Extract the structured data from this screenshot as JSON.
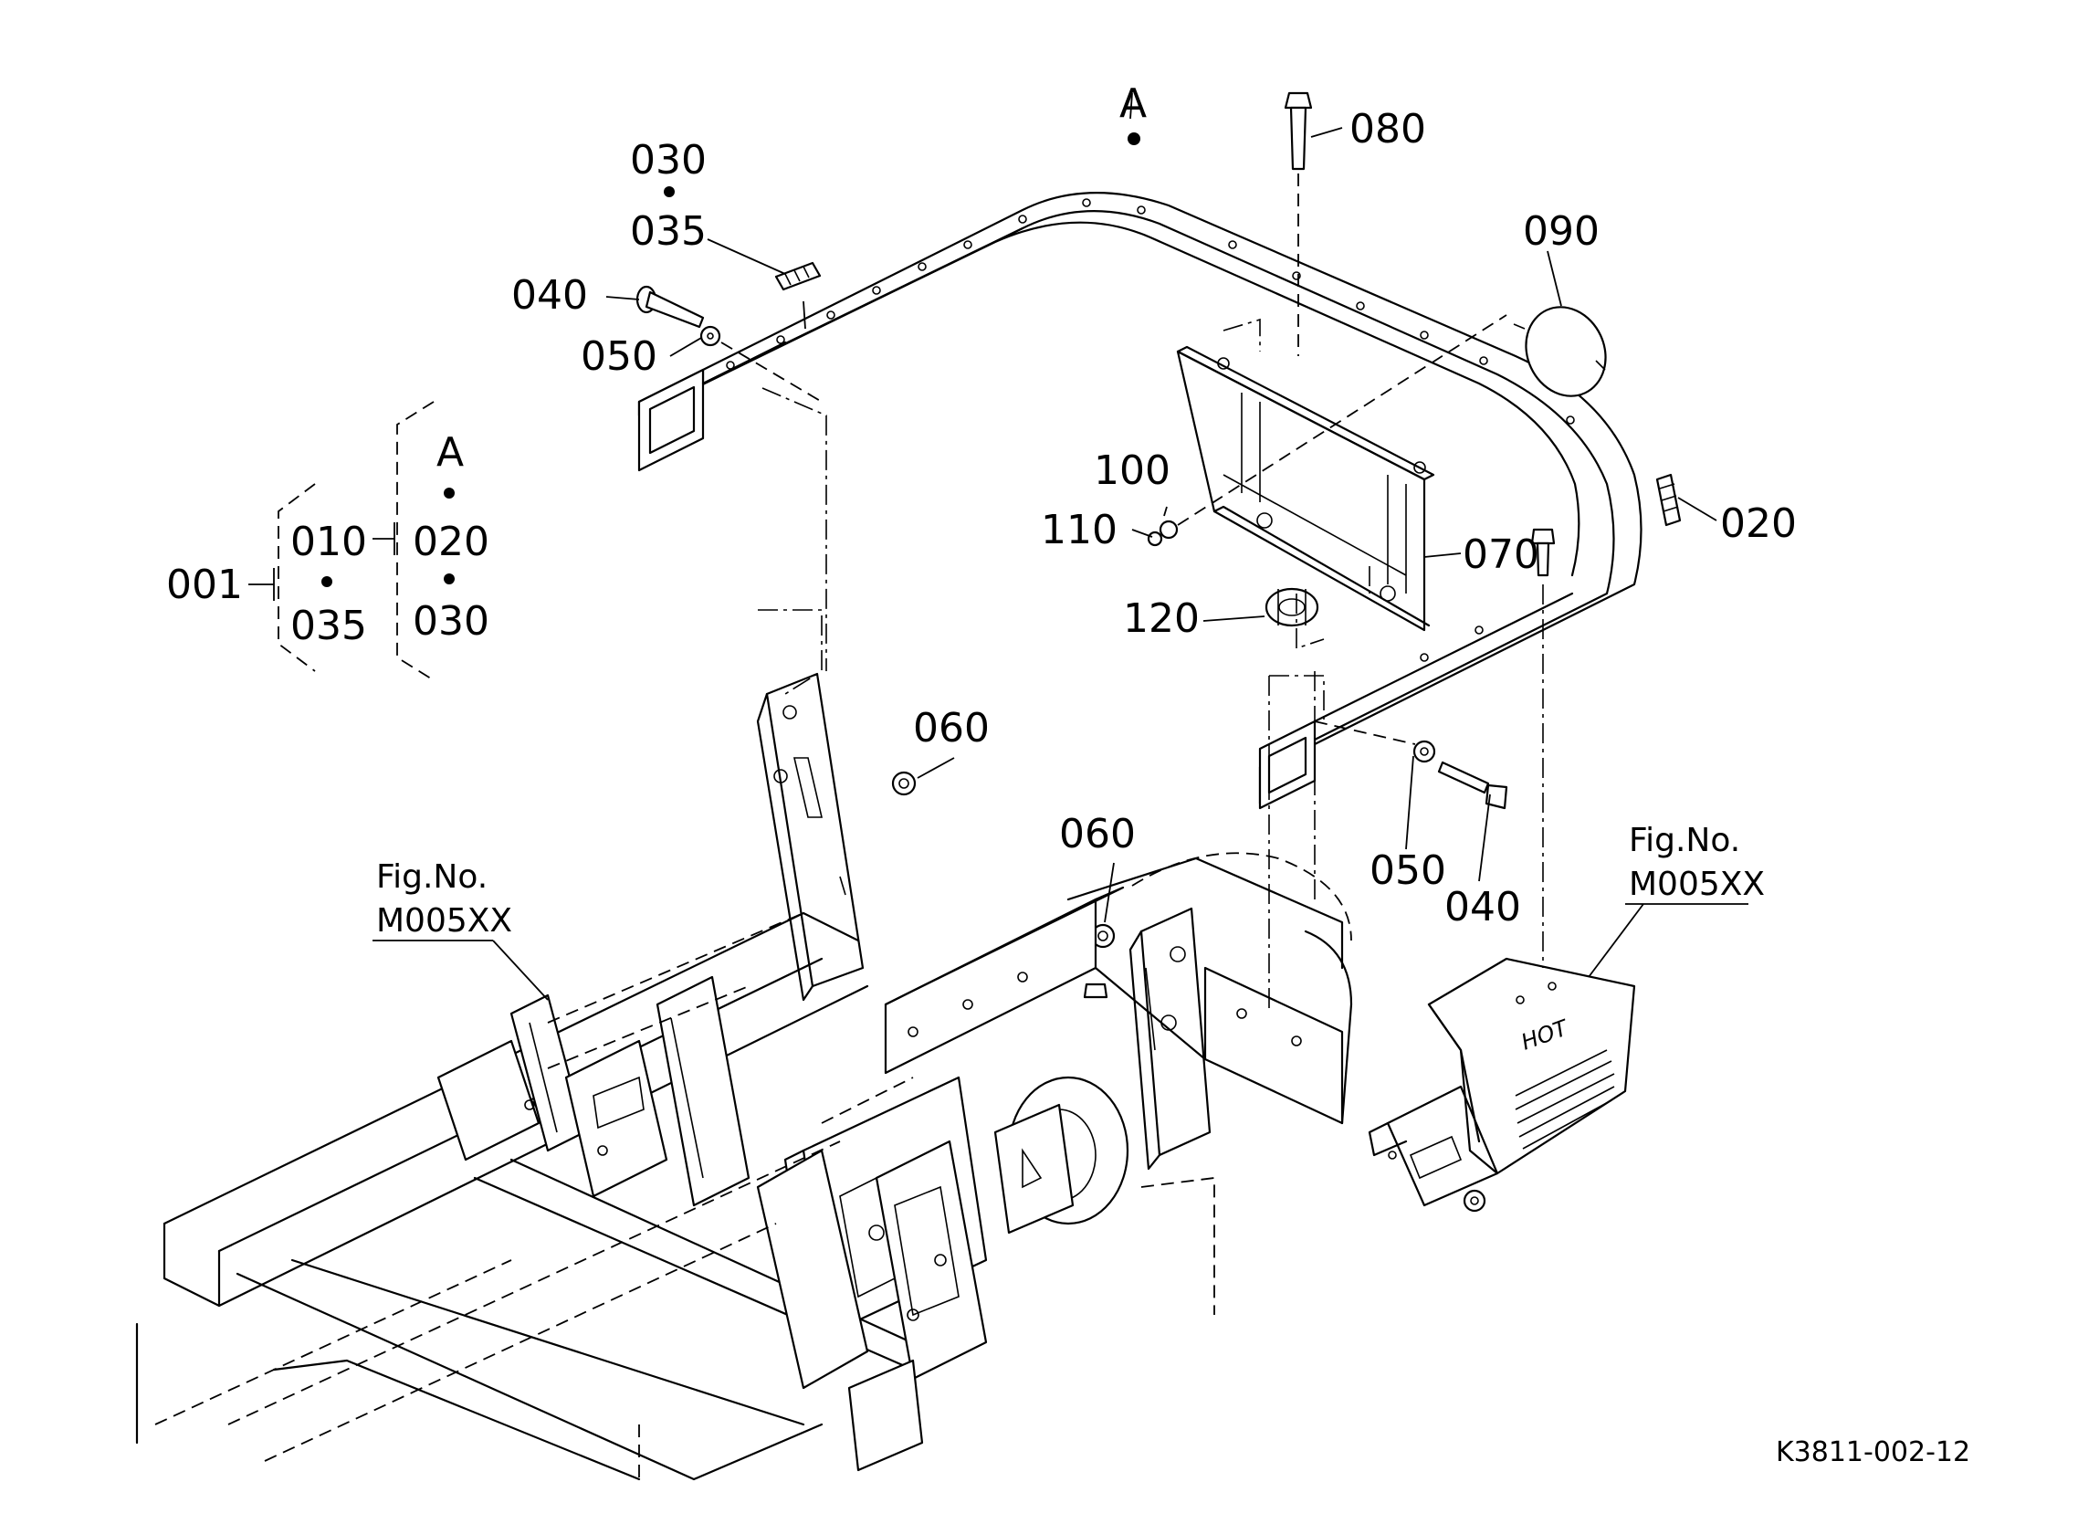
{
  "callouts": {
    "c030_top": "030",
    "c035_top": "035",
    "cA_top": "A",
    "c080": "080",
    "c090": "090",
    "c040_left": "040",
    "c050_left": "050",
    "c100": "100",
    "c110": "110",
    "c070": "070",
    "c120": "120",
    "c020_right": "020",
    "c060_upper": "060",
    "c060_lower": "060",
    "c050_right": "050",
    "c040_right": "040"
  },
  "assembly_key": {
    "c001": "001",
    "c010": "010",
    "c035": "035",
    "cA": "A",
    "c020": "020",
    "c030": "030"
  },
  "fig_refs": {
    "left": {
      "label": "Fig.No.",
      "code": "M005XX"
    },
    "right": {
      "label": "Fig.No.",
      "code": "M005XX"
    }
  },
  "shield_text": "HOT",
  "figure_code": "K3811-002-12"
}
